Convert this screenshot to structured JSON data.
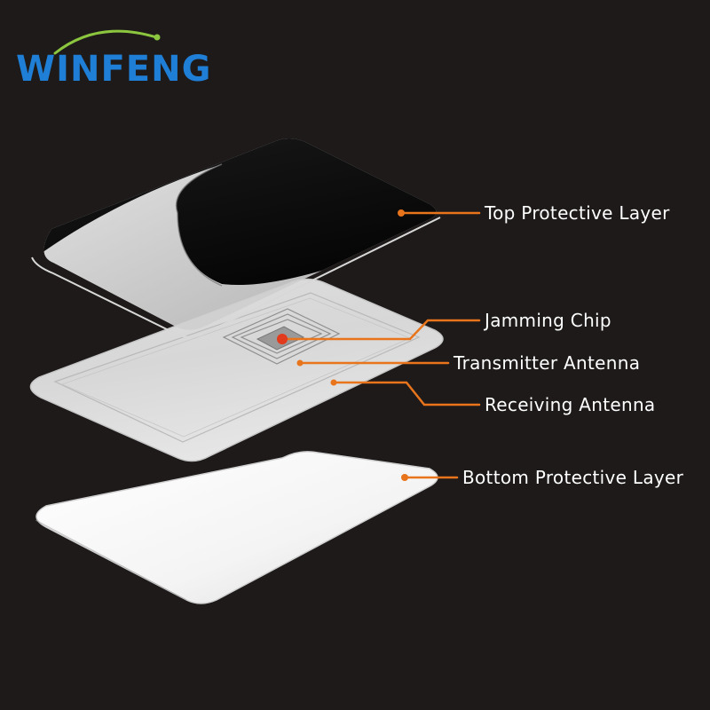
{
  "logo": {
    "text": "WINFENG",
    "text_color": "#1f7fd6",
    "swoosh_color": "#8cc63f"
  },
  "colors": {
    "background": "#1d1a19",
    "leader": "#e8741c",
    "chip_dot": "#e23a1c",
    "label_text": "#ffffff"
  },
  "layers": [
    {
      "id": "top",
      "label": "Top Protective Layer"
    },
    {
      "id": "jamming",
      "label": "Jamming Chip"
    },
    {
      "id": "transmitter",
      "label": "Transmitter Antenna"
    },
    {
      "id": "receiving",
      "label": "Receiving Antenna"
    },
    {
      "id": "bottom",
      "label": "Bottom Protective Layer"
    }
  ]
}
